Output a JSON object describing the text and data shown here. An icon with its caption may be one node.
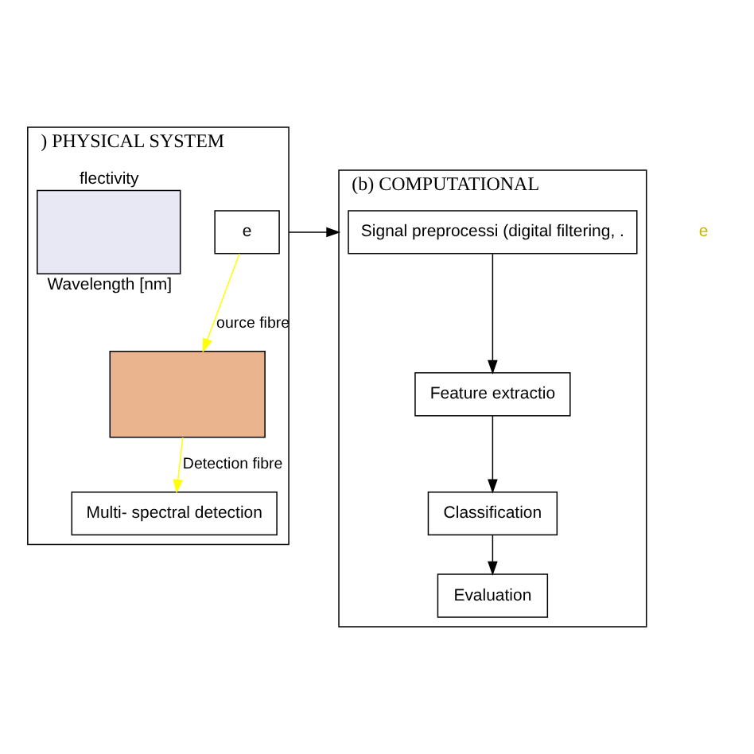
{
  "diagram": {
    "nodes": [
      {
        "text": [
          ") PHYSICAL SYSTEM"
        ]
      },
      {
        "text": [
          "e"
        ],
        "in": 0
      },
      {
        "text": [],
        "shape": "box",
        "in": 0,
        "beside": [
          "flectivity",
          "Wavelength [nm]"
        ]
      },
      {
        "text": [
          "Multi- spectral detection"
        ],
        "in": 0
      },
      {
        "text": [],
        "shape": "box",
        "in": 0
      },
      {
        "text": [
          "(b) COMPUTATIONAL"
        ]
      },
      {
        "text": [
          "Signal preprocessi (digital filtering, ."
        ],
        "in": 5
      },
      {
        "text": [
          "Feature extractio"
        ],
        "in": 5
      },
      {
        "text": [
          "Classification"
        ],
        "in": 5
      },
      {
        "text": [
          "Evaluation"
        ],
        "in": 5
      }
    ],
    "edges": [
      {
        "from": 1,
        "to": 4,
        "arrow": "to",
        "label": "ource fibre",
        "color": "#ffff00"
      },
      {
        "from": 4,
        "to": 3,
        "arrow": "to",
        "label": "Detection fibre",
        "color": "#ffff00"
      },
      {
        "from": 0,
        "to": 5,
        "arrow": "to"
      },
      {
        "from": 6,
        "to": 7,
        "arrow": "to"
      },
      {
        "from": 7,
        "to": 8,
        "arrow": "to"
      },
      {
        "from": 8,
        "to": 9,
        "arrow": "to"
      }
    ],
    "labels": [
      "e"
    ]
  }
}
